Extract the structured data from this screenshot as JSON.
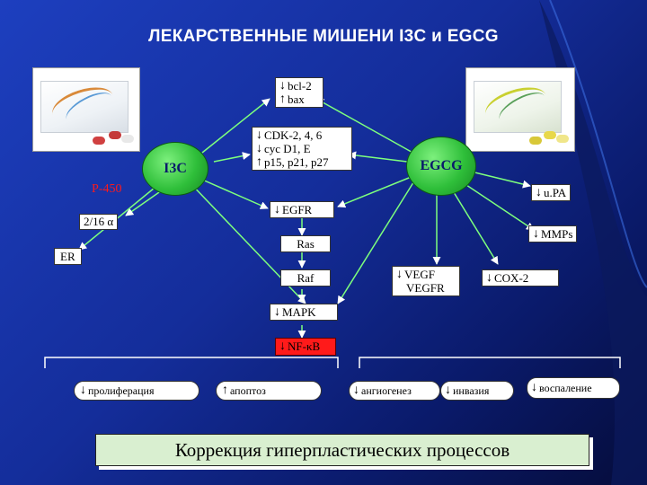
{
  "title": "ЛЕКАРСТВЕННЫЕ МИШЕНИ I3C  и EGCG",
  "i3c": "I3C",
  "egcg": "EGCG",
  "p450": "P-450",
  "alpha216": "2/16 α",
  "er": "ER",
  "bcl": [
    "↓",
    "bcl-2",
    "↑",
    "bax"
  ],
  "cdk": [
    {
      "arrow": "↓",
      "text": "CDK-2, 4, 6"
    },
    {
      "arrow": "↓",
      "text": "cyc D1, E"
    },
    {
      "arrow": "↑",
      "text": "p15, p21, p27"
    }
  ],
  "upa": {
    "arrow": "↓",
    "text": "u.PA"
  },
  "egfr": {
    "arrow": "↓",
    "text": "EGFR"
  },
  "mmps": {
    "arrow": "↓",
    "text": "MMPs"
  },
  "ras": "Ras",
  "raf": "Raf",
  "mapk": {
    "arrow": "↓",
    "text": "MAPK"
  },
  "vegf": {
    "arrow": "↓",
    "line1": "VEGF",
    "line2": "VEGFR"
  },
  "cox2": {
    "arrow": "↓",
    "text": "COX-2"
  },
  "nfkb": {
    "arrow": "↓",
    "text": "NF-κB"
  },
  "outcomes": [
    {
      "arrow": "↓",
      "text": "пролиферация"
    },
    {
      "arrow": "↑",
      "text": "апоптоз"
    },
    {
      "arrow": "↓",
      "text": "ангиогенез"
    },
    {
      "arrow": "↓",
      "text": "инвазия"
    },
    {
      "arrow": "↓",
      "text": "воспаление"
    }
  ],
  "bottom": "Коррекция гиперпластических процессов",
  "colors": {
    "bg": "#142d9a",
    "circle": "#2fbf3a",
    "red": "#ff1a1a",
    "line": "#7dff7d",
    "bottom_box": "#d9efd0"
  }
}
